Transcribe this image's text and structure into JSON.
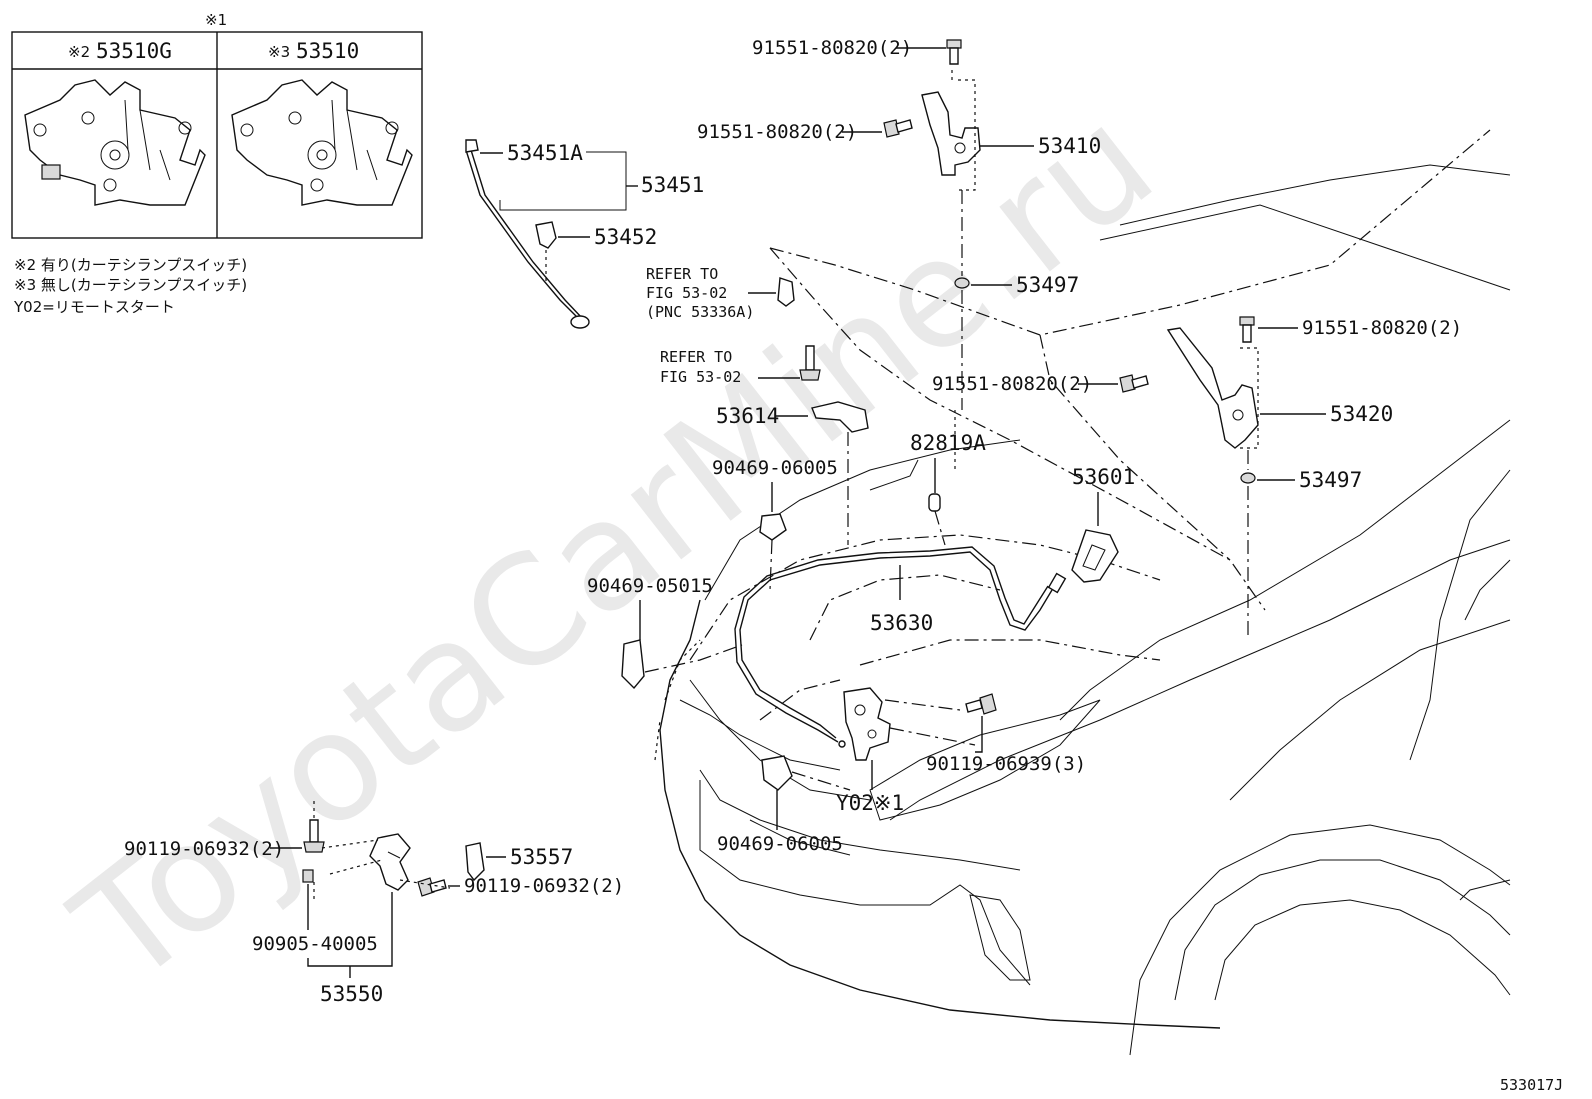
{
  "watermark": "ToyotaCarMine.ru",
  "figure_code": "533017J",
  "inset": {
    "header_mark": "※1",
    "cols": [
      {
        "mark": "※2",
        "part": "53510G"
      },
      {
        "mark": "※3",
        "part": "53510"
      }
    ]
  },
  "notes": [
    "※2 有り(カーテシランプスイッチ)",
    "※3 無し(カーテシランプスイッチ)",
    "Y02=リモートスタート"
  ],
  "labels": {
    "bolt_top": "91551-80820(2)",
    "bolt_hinge_l": "91551-80820(2)",
    "hinge_l": "53410",
    "rod_clip_a": "53451A",
    "rod": "53451",
    "rod_holder": "53452",
    "refer1_line1": "REFER TO",
    "refer1_line2": "FIG 53-02",
    "refer1_line3": "(PNC 53336A)",
    "cushion_l": "53497",
    "refer2_line1": "REFER TO",
    "refer2_line2": "FIG 53-02",
    "bolt_hinge_r_top": "91551-80820(2)",
    "bolt_hinge_r_side": "91551-80820(2)",
    "hinge_r": "53420",
    "seal": "53614",
    "grommet": "82819A",
    "cushion_r": "53497",
    "clip_upper": "90469-06005",
    "lever": "53601",
    "clip_left": "90469-05015",
    "cable": "53630",
    "lock_bolt": "90119-06939(3)",
    "remote_start": "Y02※1",
    "clip_lower": "90469-06005",
    "bolt_stay": "90119-06932(2)",
    "hook_sub": "53557",
    "bolt_stay2": "90119-06932(2)",
    "nut": "90905-40005",
    "hook_assy": "53550"
  }
}
